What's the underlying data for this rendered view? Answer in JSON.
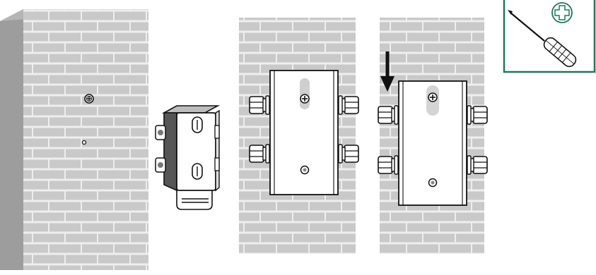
{
  "diagram": {
    "steps": [
      {
        "id": "wall-screw-installed",
        "icons": [
          "screw-head-icon",
          "wall-hole-icon"
        ]
      },
      {
        "id": "device-with-bracket",
        "icons": [
          "bracket-clip-icon",
          "cable-gland-icon"
        ]
      },
      {
        "id": "hang-device-on-screw",
        "icons": [
          "screw-head-icon",
          "cable-gland-icon"
        ]
      },
      {
        "id": "slide-down-and-fix",
        "icons": [
          "down-arrow-icon",
          "screw-head-icon",
          "cable-gland-icon"
        ]
      }
    ],
    "tool_inset": {
      "tool": "phillips-screwdriver-icon",
      "bit": "phillips-head-icon"
    },
    "colors": {
      "inset_border": "#1a7a57",
      "wall": "#c9c9c9",
      "mortar": "#eeeeee",
      "wall_side": "#9d9d9d",
      "outline": "#111111"
    }
  }
}
